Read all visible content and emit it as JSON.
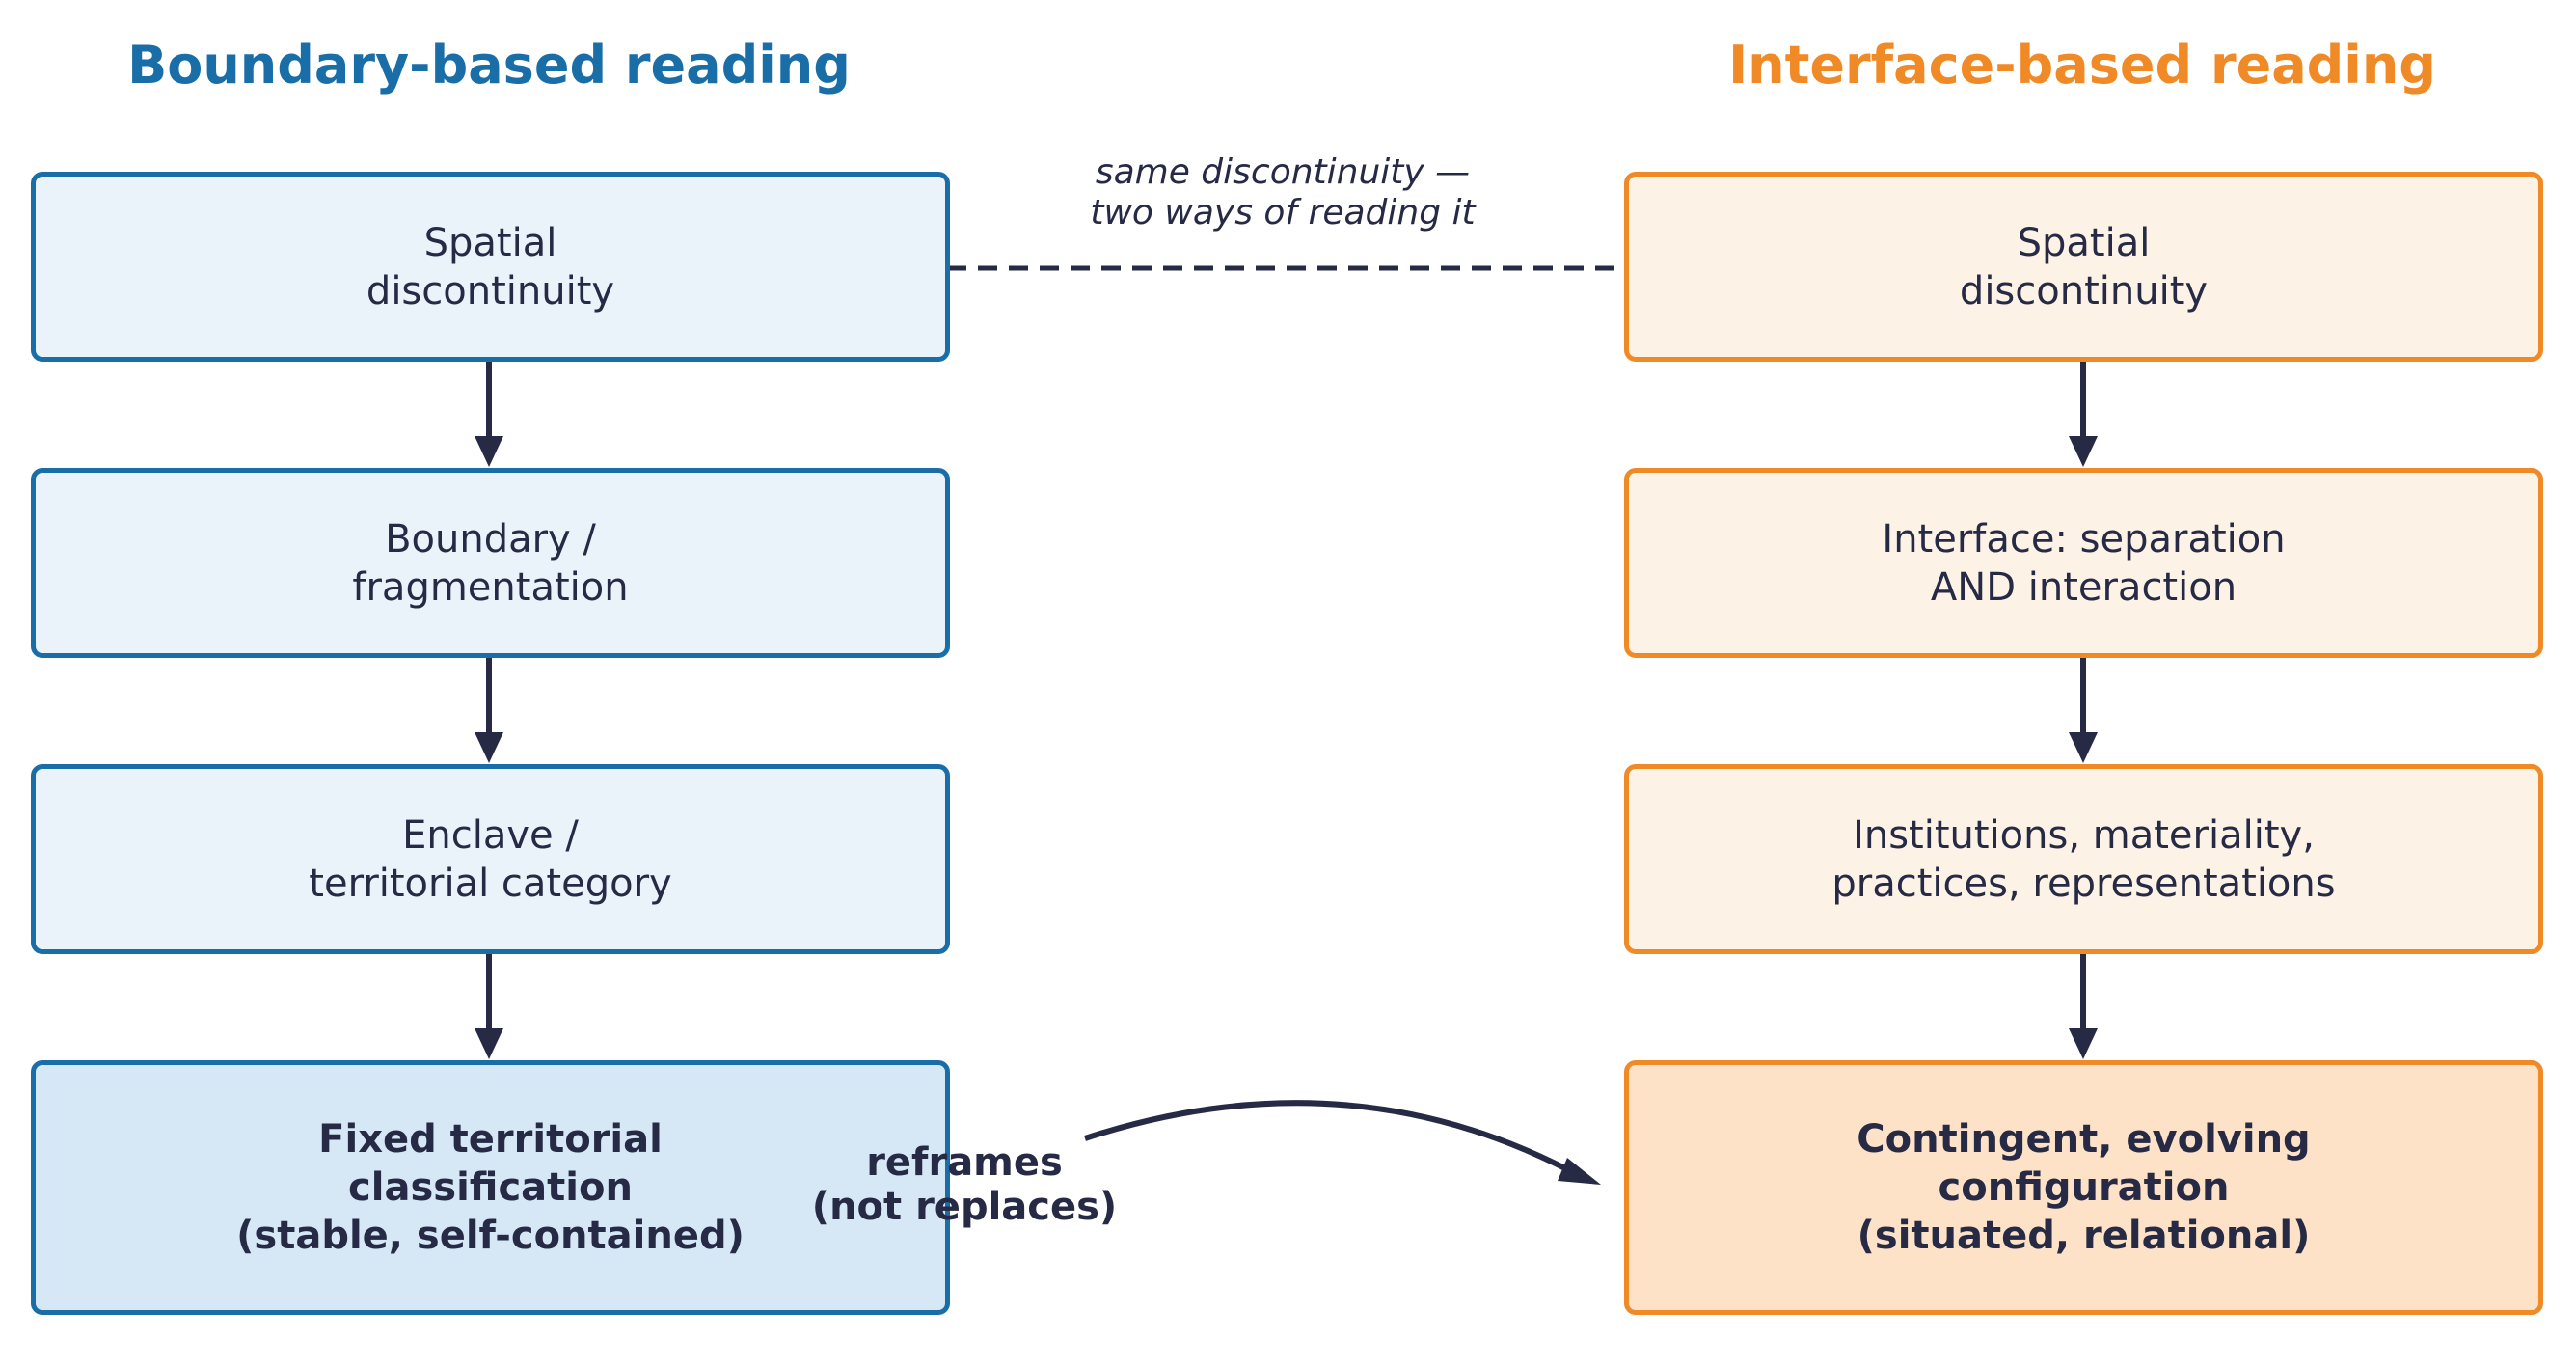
{
  "left_column": {
    "heading": "Boundary-based reading",
    "boxes": [
      {
        "lines": [
          "Spatial",
          "discontinuity"
        ]
      },
      {
        "lines": [
          "Boundary /",
          "fragmentation"
        ]
      },
      {
        "lines": [
          "Enclave /",
          "territorial category"
        ]
      },
      {
        "lines": [
          "Fixed territorial",
          "classification",
          "(stable, self-contained)"
        ]
      }
    ]
  },
  "right_column": {
    "heading": "Interface-based reading",
    "boxes": [
      {
        "lines": [
          "Spatial",
          "discontinuity"
        ]
      },
      {
        "lines": [
          "Interface: separation",
          "AND interaction"
        ]
      },
      {
        "lines": [
          "Institutions, materiality,",
          "practices, representations"
        ]
      },
      {
        "lines": [
          "Contingent, evolving",
          "configuration",
          "(situated, relational)"
        ]
      }
    ]
  },
  "link_note": {
    "lines": [
      "same discontinuity —",
      "two ways of reading it"
    ]
  },
  "reframe_label": {
    "lines": [
      "reframes",
      "(not replaces)"
    ]
  },
  "colors": {
    "blue_accent": "#1a6ea8",
    "orange_accent": "#f08a26",
    "blue_fill": "#eaf2fa",
    "orange_fill": "#fdf2e6",
    "blue_fill_final": "#d6e7f5",
    "orange_fill_final": "#fde2c8",
    "ink": "#262a45"
  }
}
